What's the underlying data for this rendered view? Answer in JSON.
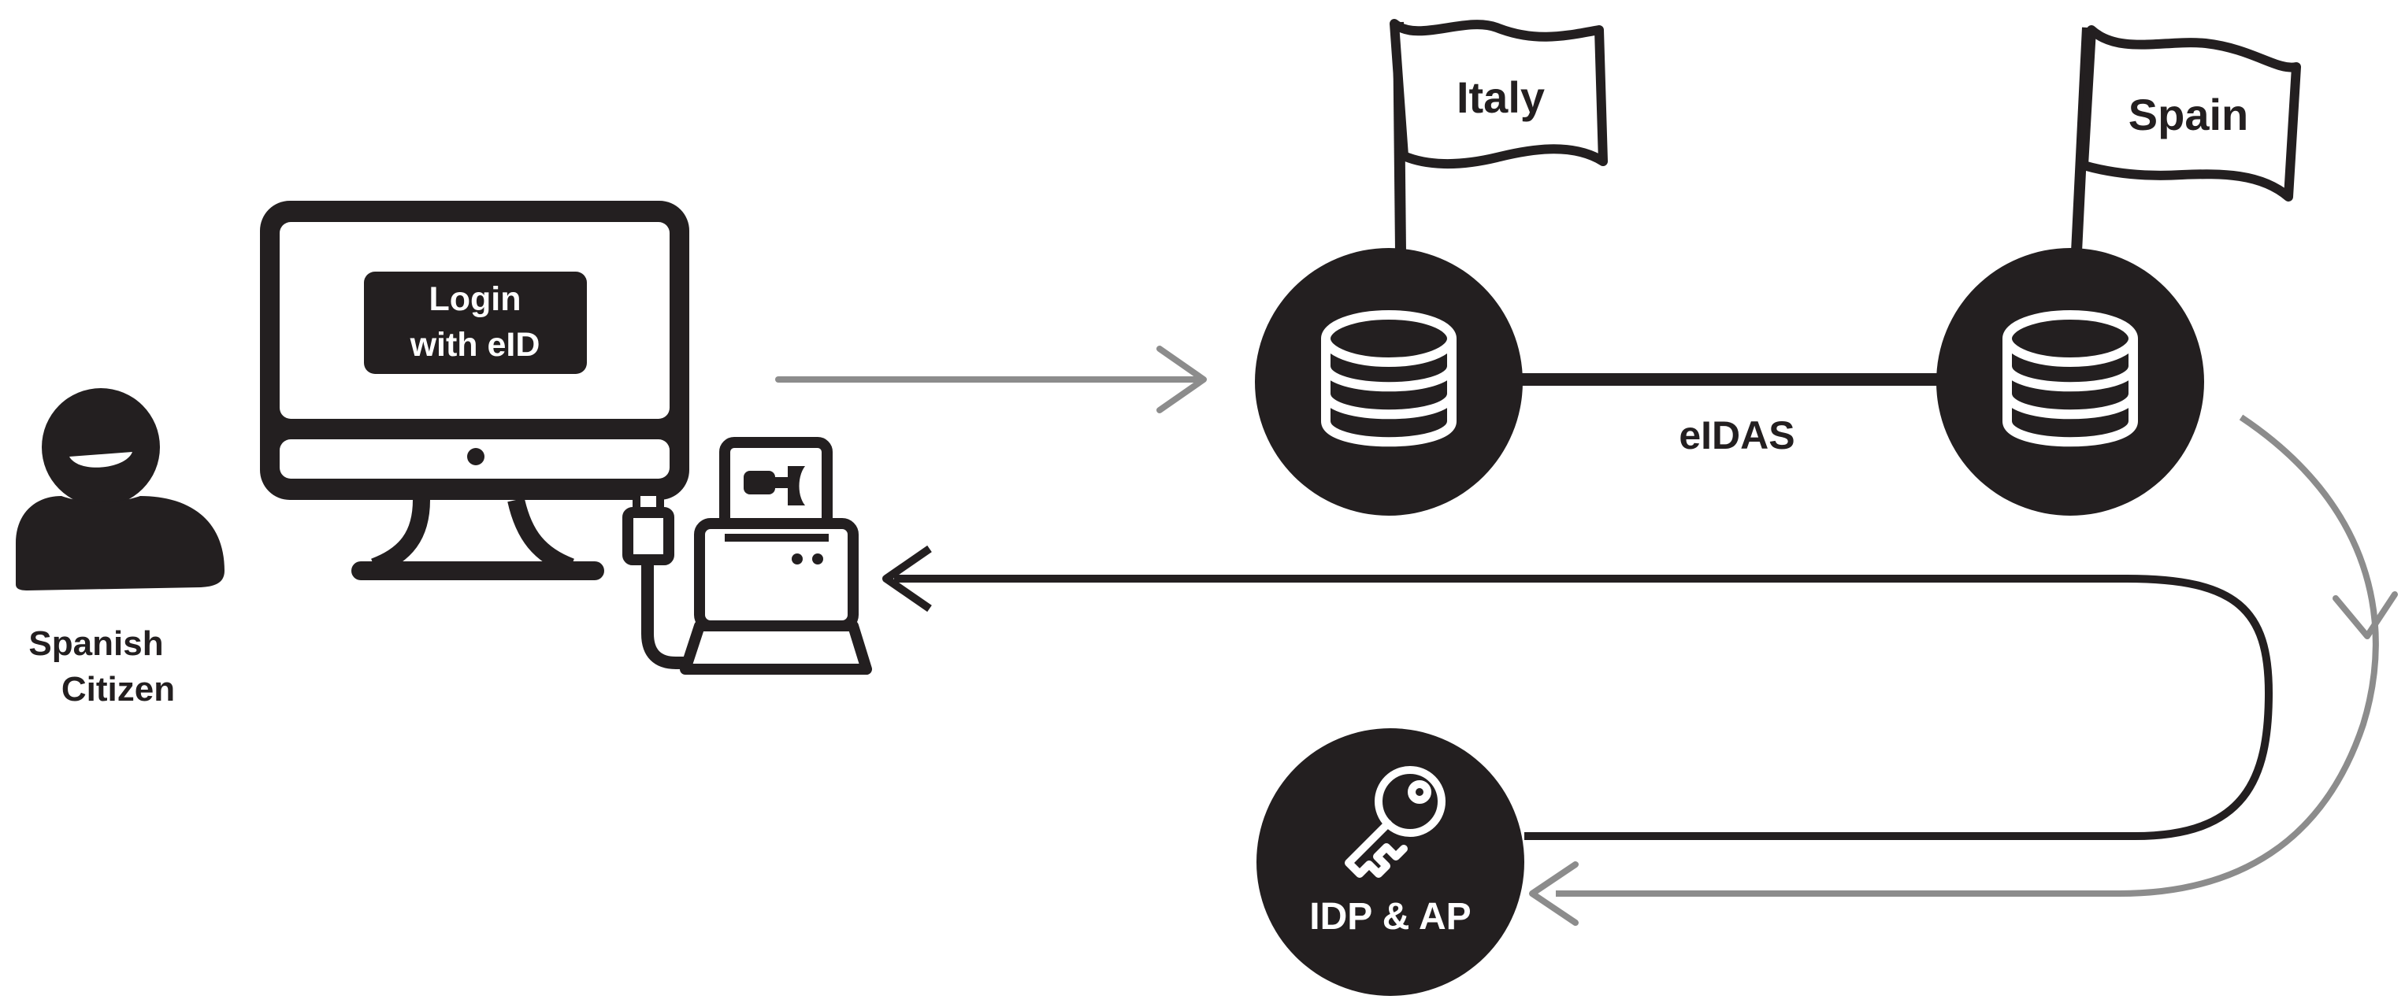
{
  "user": {
    "label_line1": "Spanish",
    "label_line2": "Citizen"
  },
  "monitor": {
    "login_line1": "Login",
    "login_line2": "with eID"
  },
  "nodes": {
    "italy_flag": "Italy",
    "spain_flag": "Spain",
    "link_label": "eIDAS",
    "idp_label": "IDP & AP"
  },
  "icons": {
    "user": "person-icon",
    "monitor": "desktop-computer-icon",
    "card_reader": "card-reader-icon",
    "database": "database-icon",
    "key": "key-icon",
    "flag": "flag-icon"
  },
  "colors": {
    "ink": "#231f20",
    "gray_arrow": "#8c8c8c",
    "background": "#ffffff"
  }
}
